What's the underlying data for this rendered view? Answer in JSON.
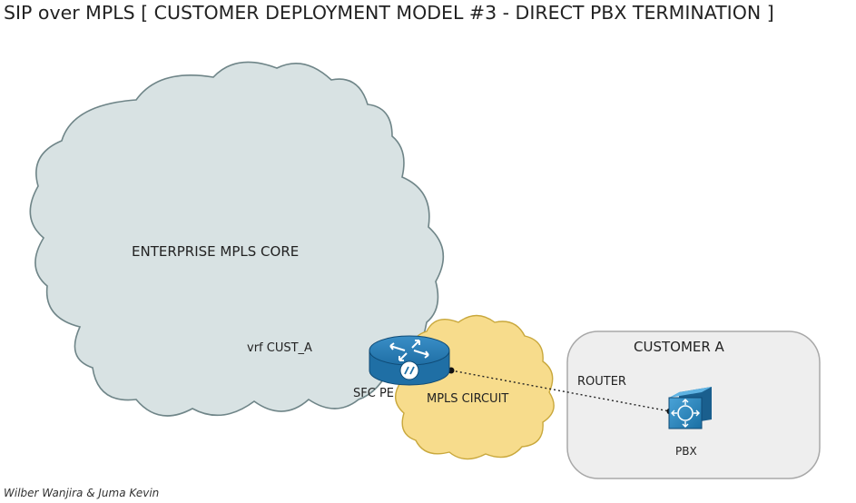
{
  "title": "SIP over MPLS [ CUSTOMER DEPLOYMENT MODEL #3  - DIRECT PBX TERMINATION ]",
  "nodes": {
    "core": "ENTERPRISE MPLS CORE",
    "vrf": "vrf CUST_A",
    "pe": "SFC PE",
    "circuit": "MPLS CIRCUIT",
    "customer": "CUSTOMER A",
    "router": "ROUTER",
    "pbx": "PBX"
  },
  "author": "Wilber Wanjira & Juma Kevin",
  "colors": {
    "core_cloud": "#d8e2e3",
    "circuit_cloud": "#f7dc8c",
    "customer_box": "#eeeeee",
    "router_blue": "#1f6fa5",
    "pbx_blue": "#1f7fb8"
  },
  "icons": {
    "pe": "router-icon",
    "pbx": "pbx-switch-icon"
  }
}
